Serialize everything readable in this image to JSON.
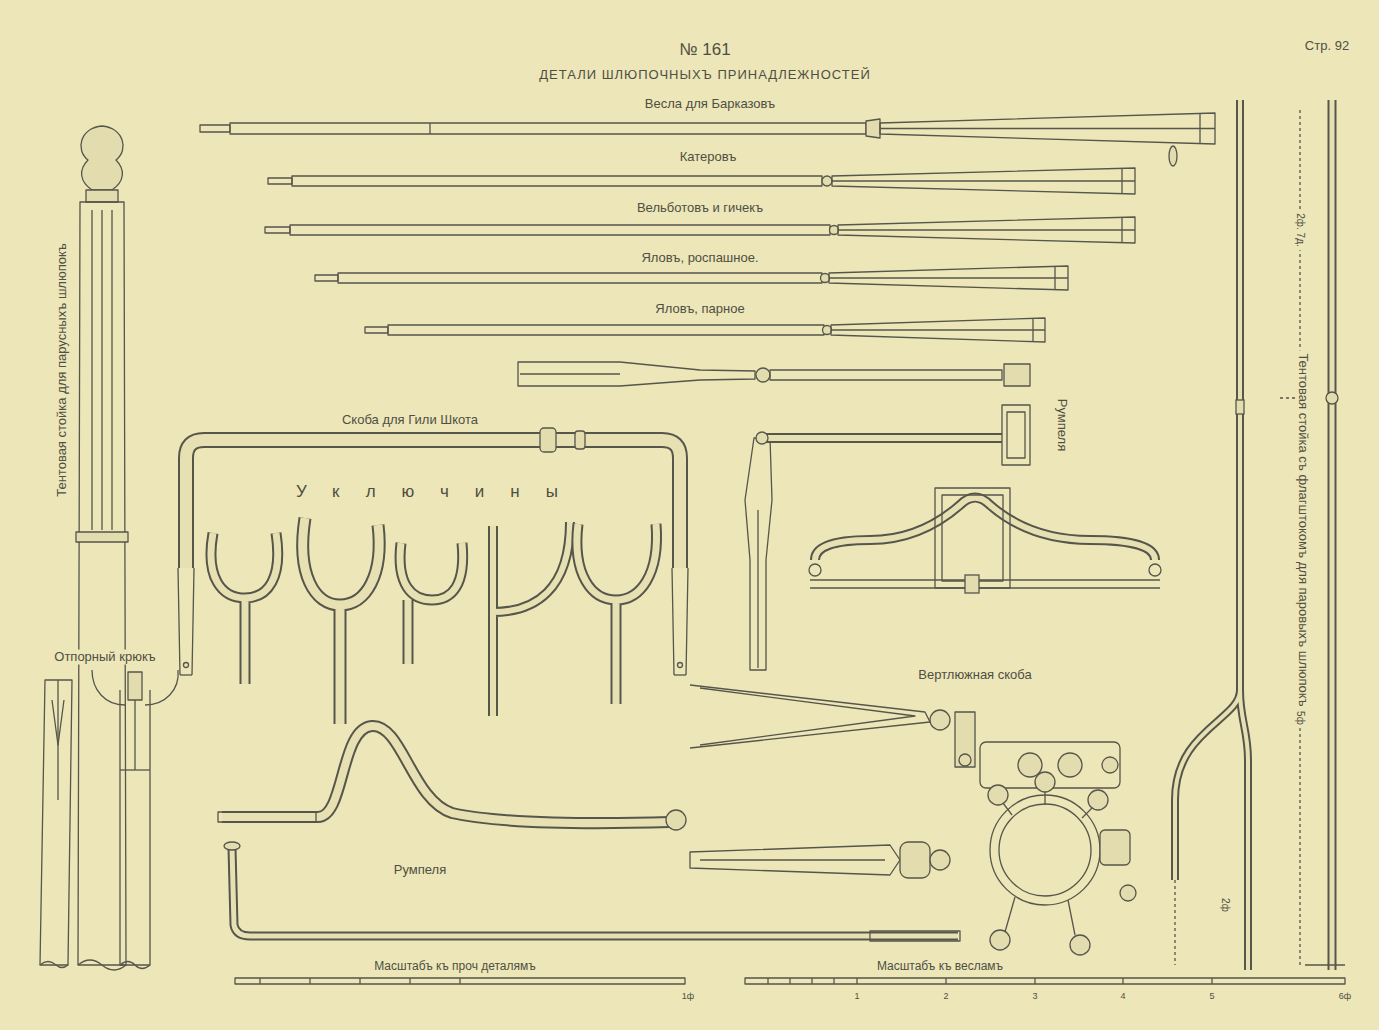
{
  "diagram": {
    "title": "ДЕТАЛИ ШЛЮПОЧНЫХЪ ПРИНАДЛЕЖНОСТЕЙ",
    "labels": [
      "№ 161",
      "Стр. 92",
      "Весла для Барказовъ",
      "Катеровъ",
      "Вельботовъ и гичекъ",
      "Яловъ, роспашное.",
      "Яловъ, парное",
      "Тентовая стойка для парусныхъ шлюпокъ",
      "Скоба для Гили Шкота",
      "Уключины",
      "Румпеля",
      "Тентовая стойка съ флагштокомъ для паровыхъ шлюпокъ",
      "Отпорный крюкъ",
      "Вертлюжная скоба",
      "Румпеля",
      "Масштабъ къ проч деталямъ",
      "Масштабъ къ весламъ",
      "2ф. 7д.",
      "5ф",
      "2ф",
      "1ф",
      "6ф",
      "1",
      "2",
      "3",
      "4",
      "5"
    ]
  }
}
